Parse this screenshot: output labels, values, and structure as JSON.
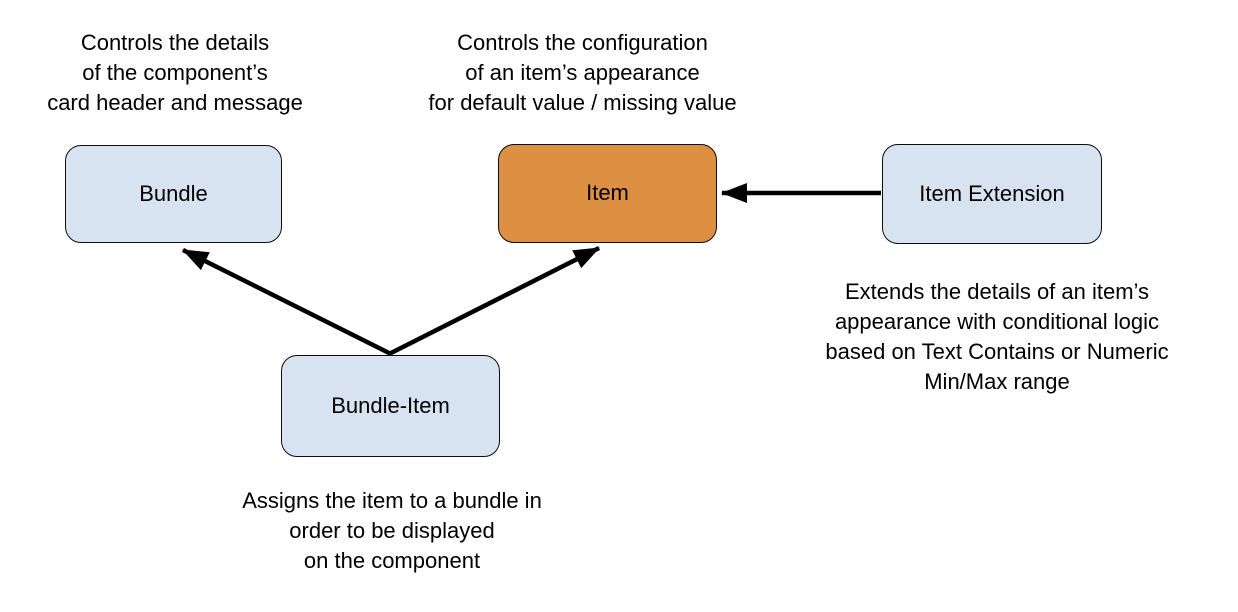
{
  "nodes": {
    "bundle": {
      "label": "Bundle"
    },
    "item": {
      "label": "Item"
    },
    "item_extension": {
      "label": "Item Extension"
    },
    "bundle_item": {
      "label": "Bundle-Item"
    }
  },
  "captions": {
    "bundle": {
      "lines": [
        "Controls the details",
        "of the component’s",
        "card header and message"
      ]
    },
    "item": {
      "lines": [
        "Controls the configuration",
        "of an item’s appearance",
        "for default value / missing value"
      ]
    },
    "item_extension": {
      "lines": [
        "Extends the details of an item’s",
        "appearance with conditional logic",
        "based on Text Contains or Numeric",
        "Min/Max range"
      ]
    },
    "bundle_item": {
      "lines": [
        "Assigns the item to a bundle in",
        "order to be displayed",
        "on the component"
      ]
    }
  },
  "edges": [
    {
      "from": "bundle_item",
      "to": "bundle",
      "style": "solid-arrow"
    },
    {
      "from": "bundle_item",
      "to": "item",
      "style": "solid-arrow"
    },
    {
      "from": "item_extension",
      "to": "item",
      "style": "solid-arrow"
    }
  ],
  "colors": {
    "blue_fill": "#d8e3f1",
    "orange_fill": "#dd8f42",
    "ink": "#000000"
  }
}
